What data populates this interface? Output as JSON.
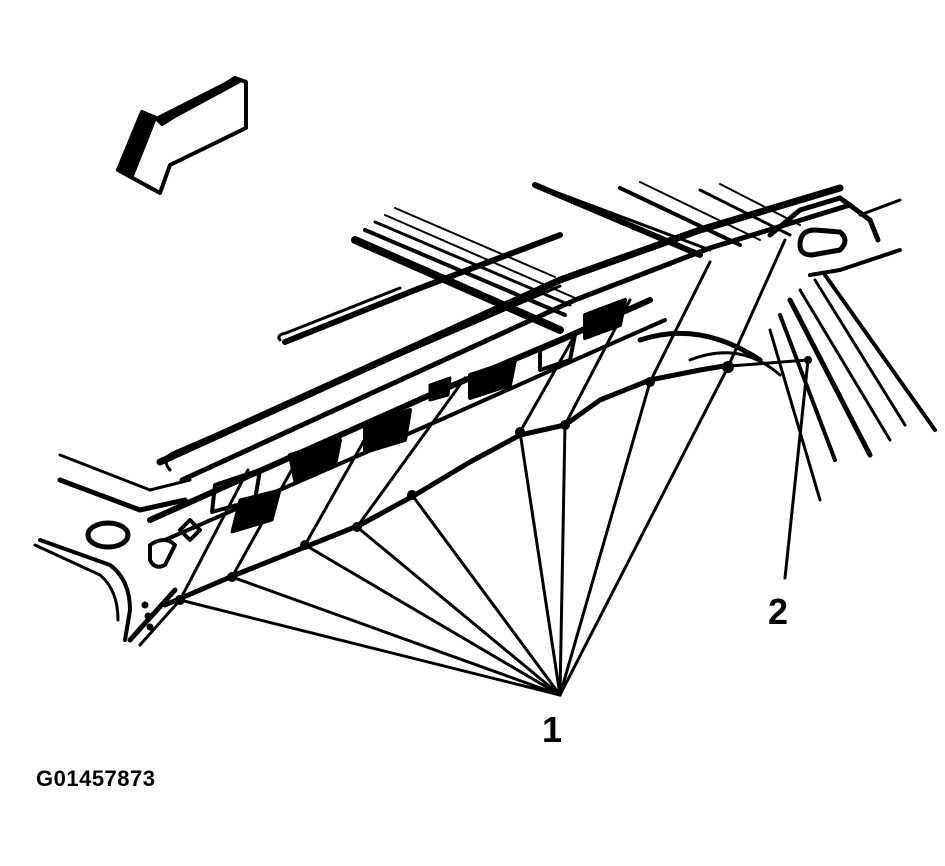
{
  "figure": {
    "id_label": "G01457873",
    "type": "technical line illustration",
    "ink_color": "#000000",
    "background_color": "#ffffff"
  },
  "callouts": [
    {
      "number": "1",
      "description_hint": "multiple fastener/clip points along lower edge of roof rail assembly",
      "leader_count": 12
    },
    {
      "number": "2",
      "description_hint": "fastener points at rear corner of assembly",
      "leader_count": 2
    }
  ],
  "icons": {
    "direction_arrow": "front-direction-arrow-icon"
  }
}
